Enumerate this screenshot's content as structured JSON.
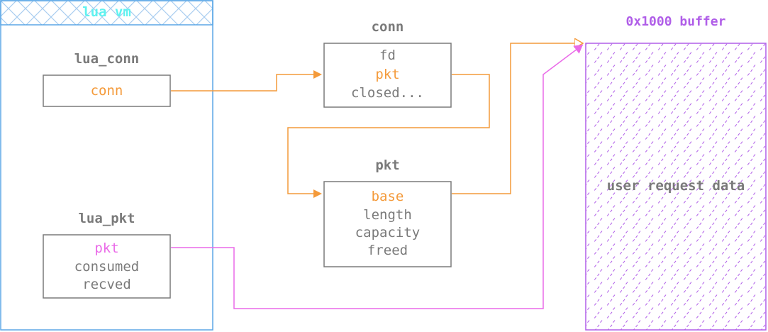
{
  "lua_vm": {
    "title": "lua vm",
    "lua_conn": {
      "title": "lua_conn",
      "fields": [
        "conn"
      ]
    },
    "lua_pkt": {
      "title": "lua_pkt",
      "fields": [
        "pkt",
        "consumed",
        "recved"
      ]
    }
  },
  "conn": {
    "title": "conn",
    "fields": [
      "fd",
      "pkt",
      "closed..."
    ]
  },
  "pkt": {
    "title": "pkt",
    "fields": [
      "base",
      "length",
      "capacity",
      "freed"
    ]
  },
  "buffer": {
    "title": "0x1000 buffer",
    "label": "user request data"
  },
  "colors": {
    "vm_border": "#5aa6e6",
    "vm_hatch": "#a9cdf0",
    "box_border": "#7a7a7a",
    "pointer_orange": "#f49a3a",
    "pointer_pink": "#ea6ae8",
    "buffer_purple": "#b05ee8",
    "text_gray": "#7a7a7a",
    "vm_title": "#5ff2f0"
  }
}
